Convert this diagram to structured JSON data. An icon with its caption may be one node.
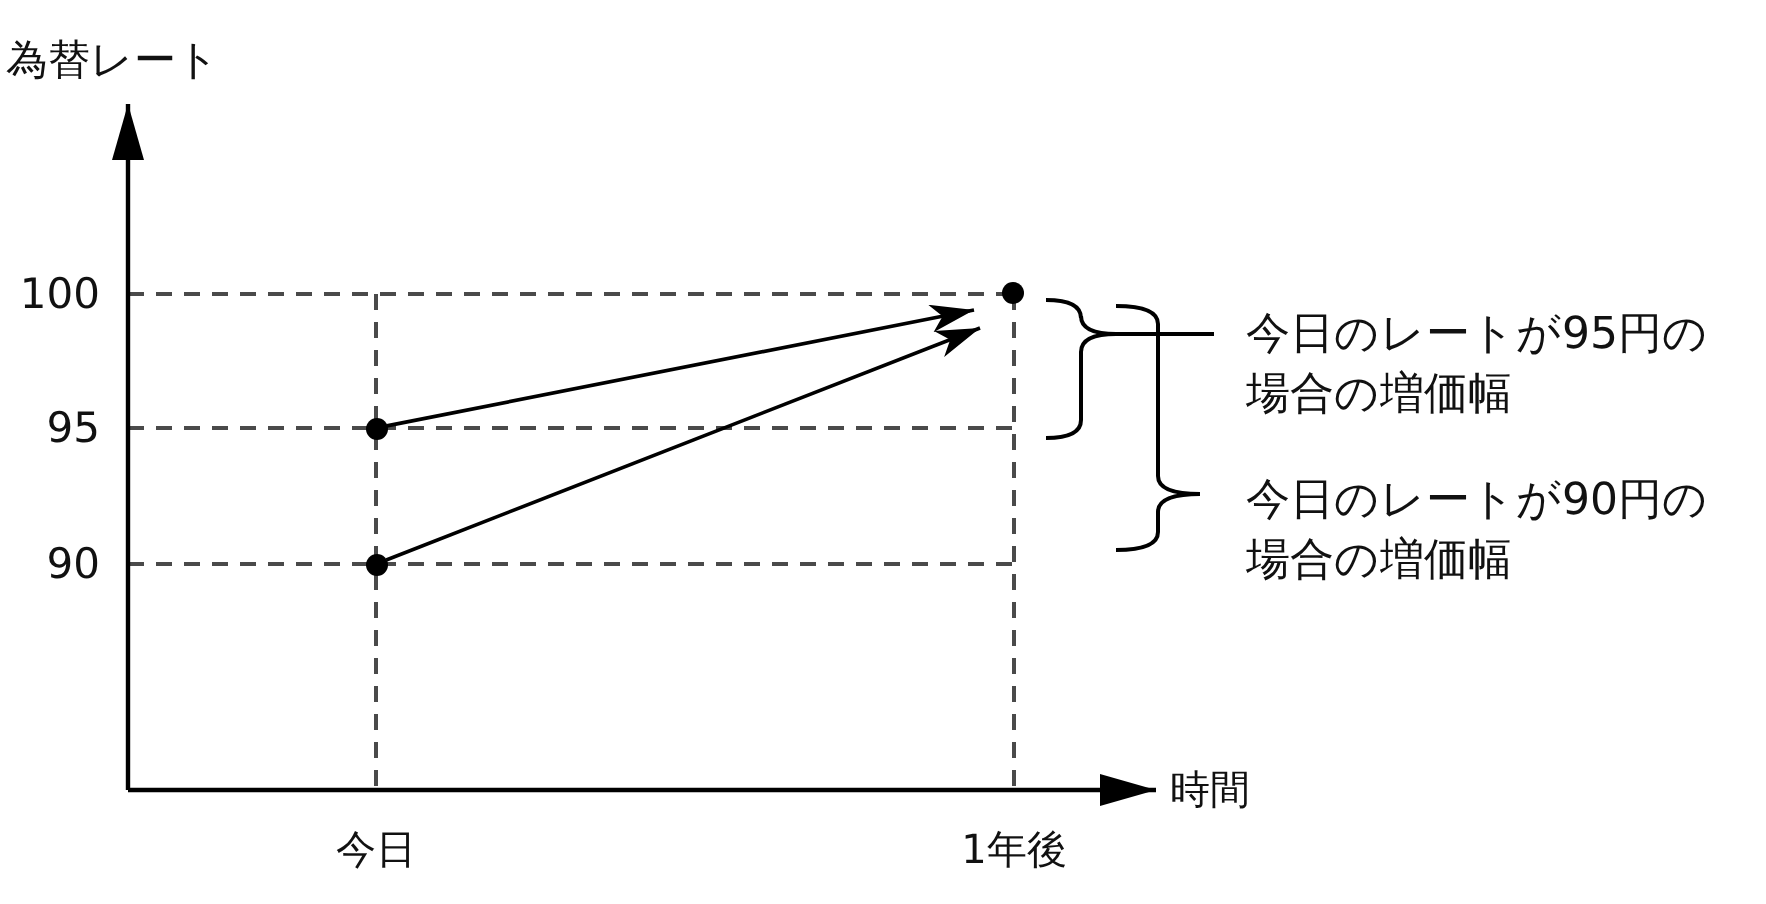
{
  "diagram": {
    "nodes": [
      {
        "text": [],
        "shape": "circle"
      },
      {
        "text": [],
        "shape": "circle"
      },
      {
        "text": [],
        "shape": "circle"
      }
    ],
    "edges": [
      {
        "from": 0,
        "to": 2,
        "arrow": "to"
      },
      {
        "from": 1,
        "to": 2,
        "arrow": "to"
      }
    ],
    "labels": [
      "為替レート",
      "100",
      "95",
      "90",
      "今日のレートが95円の場合の増価幅",
      "今日のレートが90円の場合の増価幅",
      "時間",
      "今日",
      "1年後"
    ]
  }
}
